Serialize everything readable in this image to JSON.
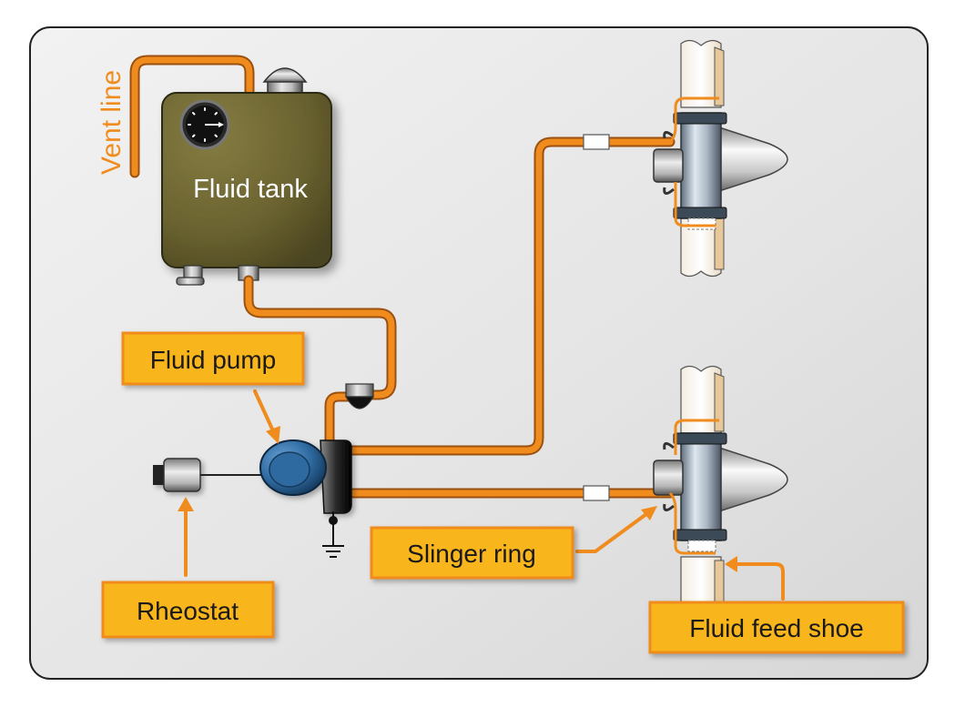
{
  "diagram": {
    "labels": {
      "vent_line": "Vent line",
      "fluid_tank": "Fluid tank",
      "fluid_pump": "Fluid pump",
      "rheostat": "Rheostat",
      "slinger_ring": "Slinger ring",
      "fluid_feed_shoe": "Fluid feed shoe"
    },
    "colors": {
      "background": "#e6e6e6",
      "pipe": "#f08c1e",
      "callout_fill": "#f9b51d",
      "callout_border": "#f08c1e",
      "tank": "#6b6330",
      "pump": "#2e6aa0"
    }
  }
}
